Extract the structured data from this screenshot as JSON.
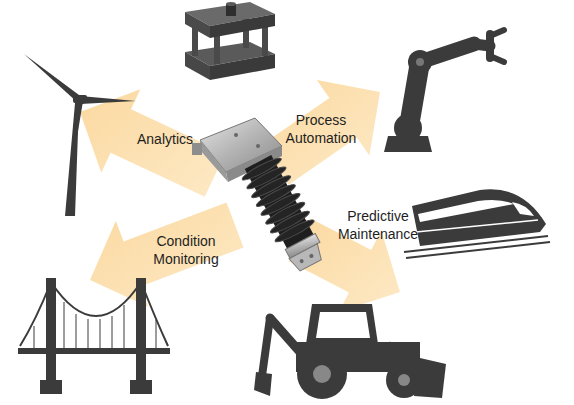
{
  "diagram": {
    "labels": [
      "Analytics",
      "Process Automation",
      "Predictive Maintenance",
      "Condition Monitoring"
    ]
  }
}
